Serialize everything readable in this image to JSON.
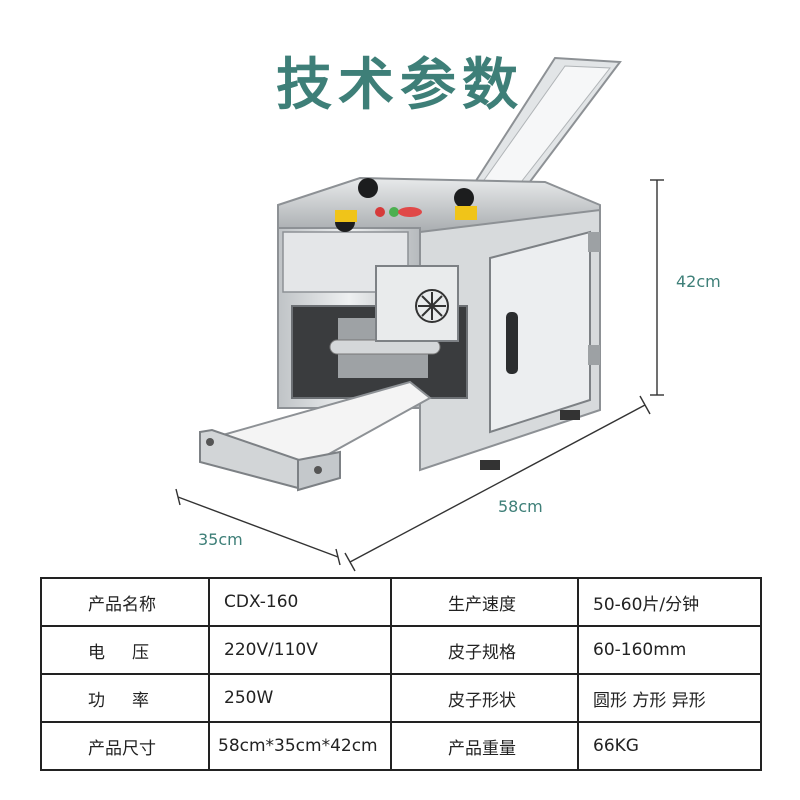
{
  "title": "技术参数",
  "dimensions": {
    "height": "42cm",
    "depth": "58cm",
    "width": "35cm"
  },
  "specs": [
    {
      "label": "产品名称",
      "value": "CDX-160",
      "label2": "生产速度",
      "value2": "50-60片/分钟"
    },
    {
      "label": "电     压",
      "value": "220V/110V",
      "label2": "皮子规格",
      "value2": "60-160mm"
    },
    {
      "label": "功     率",
      "value": "250W",
      "label2": "皮子形状",
      "value2": "圆形 方形 异形"
    },
    {
      "label": "产品尺寸",
      "value": "58cm*35cm*42cm",
      "label2": "产品重量",
      "value2": "66KG"
    }
  ]
}
